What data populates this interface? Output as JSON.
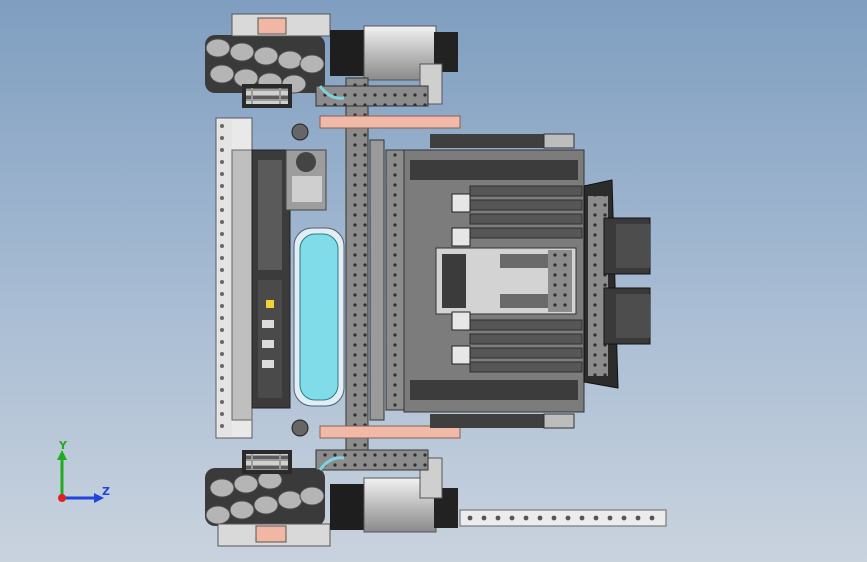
{
  "viewport": {
    "background_top": "#7f9ec0",
    "background_bottom": "#c9d3de"
  },
  "triad": {
    "y_label": "Y",
    "z_label": "Z",
    "y_color": "#22aa22",
    "z_color": "#2244dd",
    "x_color": "#dd2222"
  },
  "model": {
    "parts": [
      "mecanum-wheel",
      "mecanum-wheel",
      "dc-motor",
      "dc-motor",
      "chassis-rail",
      "battery-pack",
      "gearbox",
      "claw-motor",
      "claw-motor",
      "perforated-strip"
    ]
  }
}
